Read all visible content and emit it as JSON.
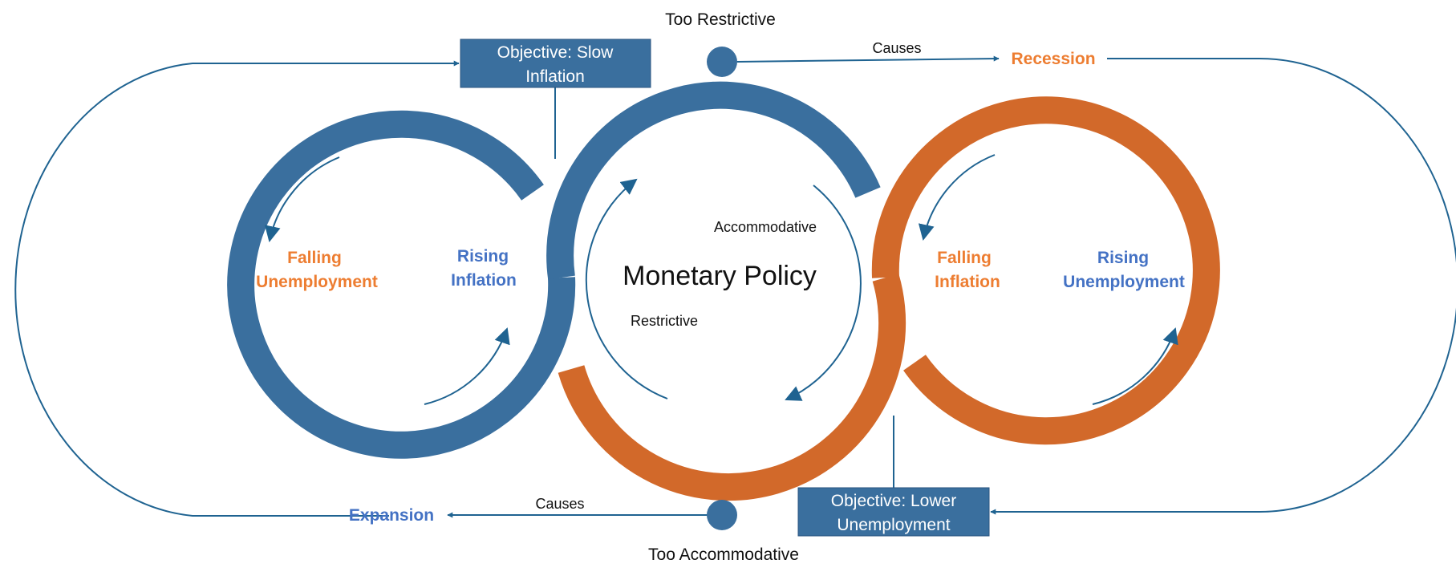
{
  "title": "Monetary Policy",
  "policy_labels": {
    "accommodative": "Accommodative",
    "restrictive": "Restrictive"
  },
  "states": {
    "too_restrictive": "Too Restrictive",
    "too_accommodative": "Too Accommodative"
  },
  "causes": {
    "top": "Causes",
    "bottom": "Causes"
  },
  "outcomes": {
    "recession": "Recession",
    "expansion": "Expansion"
  },
  "objectives": {
    "slow_inflation": [
      "Objective: Slow",
      "Inflation"
    ],
    "lower_unemployment": [
      "Objective: Lower",
      "Unemployment"
    ]
  },
  "left_cycle": {
    "falling_unemployment": [
      "Falling",
      "Unemployment"
    ],
    "rising_inflation": [
      "Rising",
      "Inflation"
    ]
  },
  "right_cycle": {
    "falling_inflation": [
      "Falling",
      "Inflation"
    ],
    "rising_unemployment": [
      "Rising",
      "Unemployment"
    ]
  },
  "colors": {
    "blue": "#3A6F9E",
    "orange": "#D2692A",
    "line": "#1F6391",
    "text_orange": "#ED7D31",
    "text_blue": "#4472C4"
  }
}
